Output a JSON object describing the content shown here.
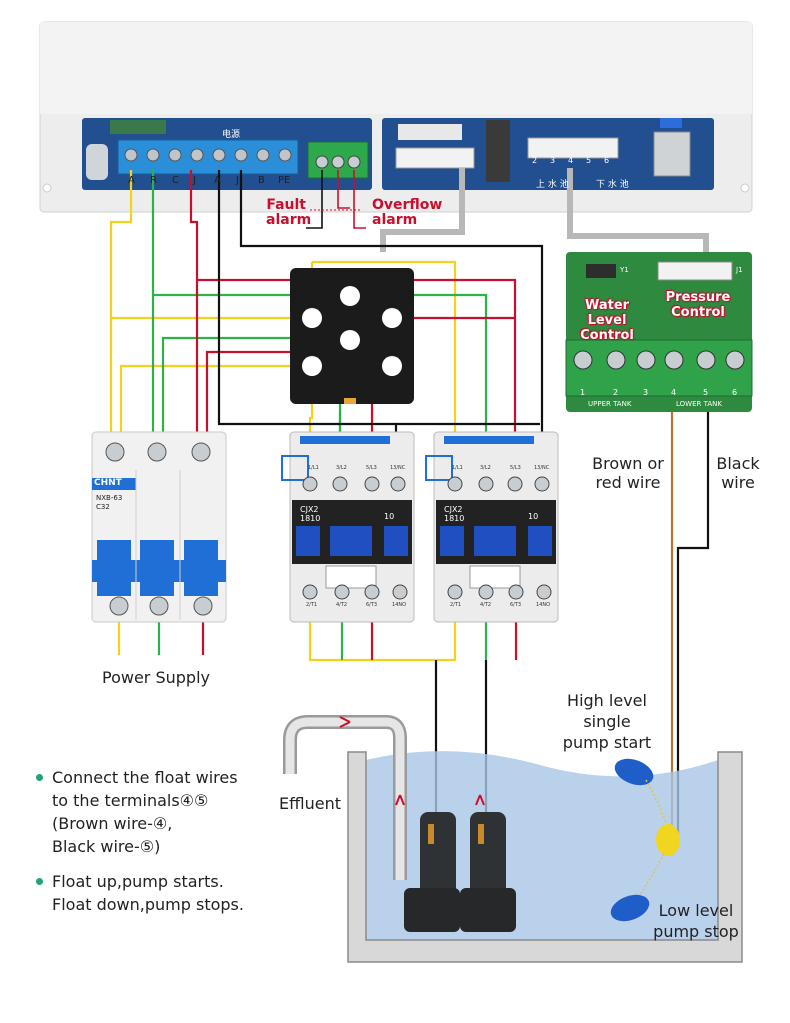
{
  "control_box": {
    "terminal_labels": [
      "A",
      "R",
      "C",
      "J",
      "A",
      "J",
      "B",
      "PE"
    ],
    "power_label": "电源",
    "water_tank_labels": [
      "上 水 池",
      "下 水 池"
    ],
    "terminal_numbers": [
      "2",
      "3",
      "4",
      "5",
      "6"
    ],
    "fault_alarm": [
      "Fault",
      "alarm"
    ],
    "overflow_alarm": [
      "Overflow",
      "alarm"
    ]
  },
  "relay_board": {
    "water_level_control": [
      "Water",
      "Level",
      "Control"
    ],
    "pressure_control": [
      "Pressure",
      "Control"
    ],
    "terminal_numbers": [
      "1",
      "2",
      "3",
      "4",
      "5",
      "6"
    ],
    "upper_tank": "UPPER TANK",
    "lower_tank": "LOWER TANK",
    "connector_label": "J1",
    "switch_label": "Y1"
  },
  "breaker": {
    "brand": "CHNT",
    "model": "NXB-63",
    "rating": "C32"
  },
  "contactors": [
    {
      "model": "CJX2",
      "rating": "1810",
      "num": "10",
      "top_terminals": [
        "1/L1",
        "3/L2",
        "5/L3",
        "13/NC"
      ],
      "bottom_terminals": [
        "2/T1",
        "4/T2",
        "6/T3",
        "14NO"
      ]
    },
    {
      "model": "CJX2",
      "rating": "1810",
      "num": "10",
      "top_terminals": [
        "1/L1",
        "3/L2",
        "5/L3",
        "13/NC"
      ],
      "bottom_terminals": [
        "2/T1",
        "4/T2",
        "6/T3",
        "14NO"
      ]
    }
  ],
  "labels": {
    "power_supply": "Power Supply",
    "brown_or_red_wire": [
      "Brown or",
      "red wire"
    ],
    "black_wire": [
      "Black",
      "wire"
    ],
    "high_level": [
      "High level",
      "single",
      "pump start"
    ],
    "low_level": [
      "Low level",
      "pump stop"
    ],
    "effluent": "Effluent"
  },
  "notes": [
    {
      "lines": [
        "Connect the float wires",
        "to the terminals④⑤",
        "(Brown wire-④,",
        "Black wire-⑤)"
      ]
    },
    {
      "lines": [
        "Float up,pump starts.",
        "Float down,pump stops."
      ]
    }
  ],
  "colors": {
    "wire_yellow": "#f2d21b",
    "wire_green": "#2bb34a",
    "wire_red": "#c8102e",
    "wire_black": "#111111",
    "wire_gray": "#b8b8b8",
    "wire_brown": "#b87333",
    "pcb_green": "#2d8a3e",
    "breaker_blue": "#1f6fd6",
    "water": "#a9c6e6",
    "accent_red": "#c8102e"
  }
}
